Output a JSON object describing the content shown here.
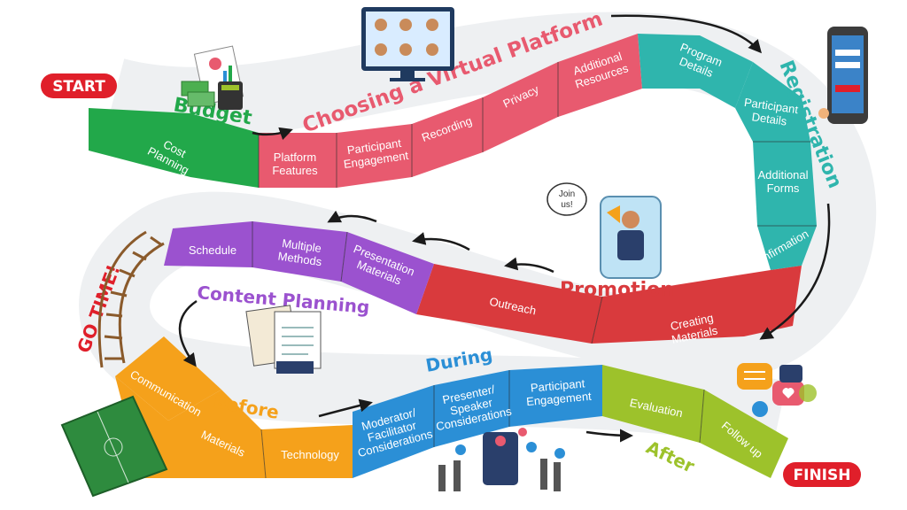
{
  "start_label": "START",
  "finish_label": "FINISH",
  "go_time_label": "GO TIME!",
  "join_bubble": [
    "Join",
    "us!"
  ],
  "sections": {
    "budget": "Budget",
    "platform": "Choosing a Virtual Platform",
    "registration": "Registration",
    "promotion": "Promotion",
    "content": "Content Planning",
    "before": "Before",
    "during": "During",
    "after": "After"
  },
  "segments": {
    "cost_planning": [
      "Cost",
      "Planning"
    ],
    "platform_features": [
      "Platform",
      "Features"
    ],
    "participant_engagement_1": [
      "Participant",
      "Engagement"
    ],
    "recording": [
      "Recording"
    ],
    "privacy": [
      "Privacy"
    ],
    "additional_resources": [
      "Additional",
      "Resources"
    ],
    "program_details": [
      "Program",
      "Details"
    ],
    "participant_details": [
      "Participant",
      "Details"
    ],
    "additional_forms": [
      "Additional",
      "Forms"
    ],
    "confirmation": [
      "Confirmation"
    ],
    "creating_materials": [
      "Creating",
      "Materials"
    ],
    "outreach": [
      "Outreach"
    ],
    "presentation_materials": [
      "Presentation",
      "Materials"
    ],
    "multiple_methods": [
      "Multiple",
      "Methods"
    ],
    "schedule": [
      "Schedule"
    ],
    "communication": [
      "Communication"
    ],
    "materials": [
      "Materials"
    ],
    "technology": [
      "Technology"
    ],
    "moderator": [
      "Moderator/",
      "Facilitator",
      "Considerations"
    ],
    "presenter": [
      "Presenter/",
      "Speaker",
      "Considerations"
    ],
    "participant_engagement_2": [
      "Participant",
      "Engagement"
    ],
    "evaluation": [
      "Evaluation"
    ],
    "follow_up": [
      "Follow up"
    ]
  },
  "colors": {
    "green": "#22a84a",
    "pink": "#e85a6f",
    "teal": "#2fb5ad",
    "red": "#d93a3d",
    "purple": "#9b52cf",
    "orange": "#f5a11b",
    "blue": "#2b8fd6",
    "lime": "#9dc22b",
    "badge": "#e01f2a"
  }
}
